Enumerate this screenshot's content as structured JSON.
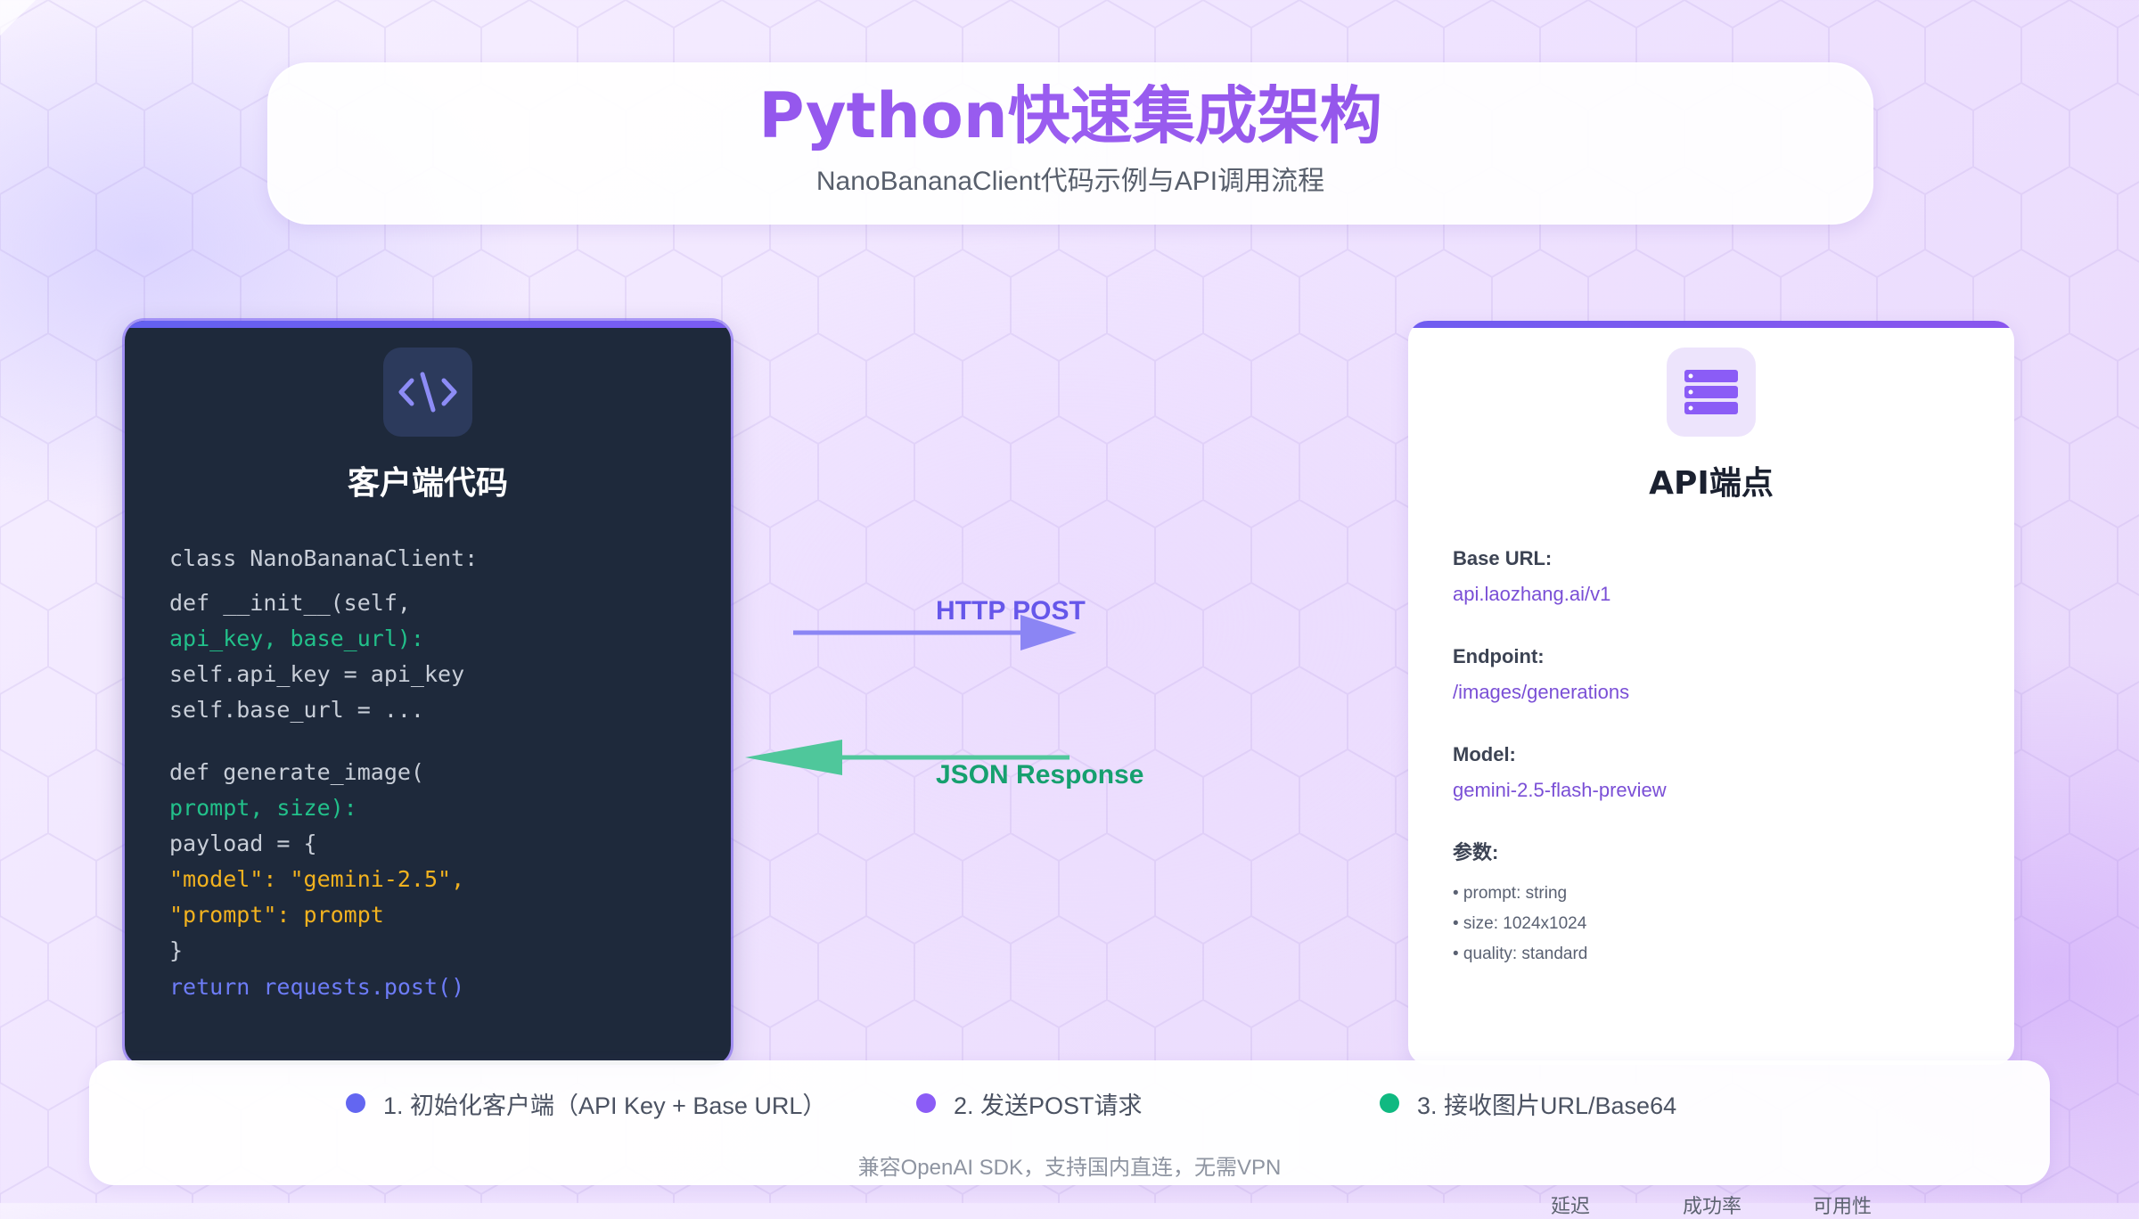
{
  "header": {
    "title": "Python快速集成架构",
    "subtitle": "NanoBananaClient代码示例与API调用流程"
  },
  "client": {
    "title": "客户端代码",
    "icon": "code-icon",
    "code_lines": [
      "class NanoBananaClient:",
      "def __init__(self,",
      "api_key, base_url):",
      "self.api_key = api_key",
      "self.base_url = ...",
      "def generate_image(",
      "prompt, size):",
      "payload = {",
      "\"model\": \"gemini-2.5\",",
      "\"prompt\": prompt",
      "}",
      "return requests.post()"
    ]
  },
  "flow": {
    "request_label": "HTTP POST",
    "response_label": "JSON Response",
    "request_color": "#8b85f4",
    "response_color": "#4fc79b"
  },
  "api": {
    "title": "API端点",
    "icon": "server-icon",
    "base_url_label": "Base URL:",
    "base_url_value": "api.laozhang.ai/v1",
    "endpoint_label": "Endpoint:",
    "endpoint_value": "/images/generations",
    "model_label": "Model:",
    "model_value": "gemini-2.5-flash-preview",
    "params_label": "参数:",
    "params": [
      "• prompt: string",
      "• size: 1024x1024",
      "• quality: standard"
    ]
  },
  "steps": [
    {
      "label": "1. 初始化客户端（API Key + Base URL）",
      "color": "#6366f1"
    },
    {
      "label": "2. 发送POST请求",
      "color": "#8b5cf6"
    },
    {
      "label": "3. 接收图片URL/Base64",
      "color": "#10b981"
    }
  ],
  "footer_note": "兼容OpenAI SDK，支持国内直连，无需VPN",
  "metrics": [
    "延迟",
    "成功率",
    "可用性"
  ],
  "colors": {
    "accent": "#8b5cf6",
    "title_purple": "#8e52ea",
    "code_bg": "#1e293b",
    "code_green": "#22c08a",
    "code_orange": "#f2b21f",
    "code_blue": "#6d7cf7"
  }
}
